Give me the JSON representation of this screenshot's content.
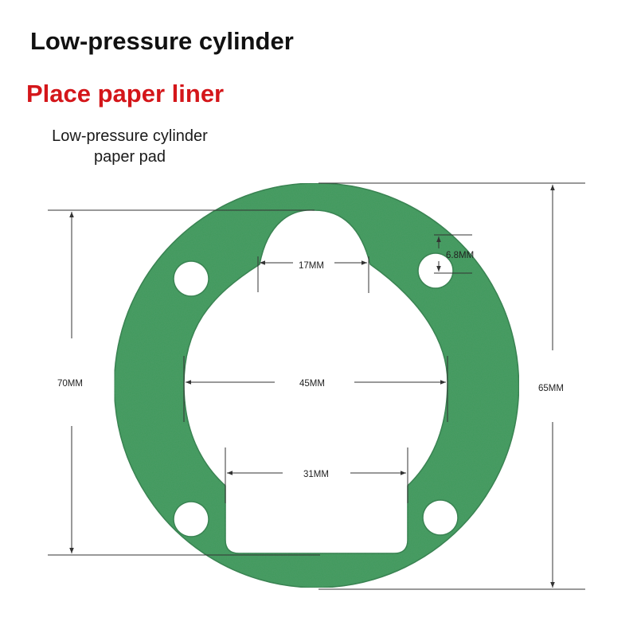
{
  "header": {
    "title": "Low-pressure cylinder",
    "subtitle": "Place paper liner",
    "subtitle_color": "#d4161a"
  },
  "caption": {
    "line1": "Low-pressure cylinder",
    "line2": "paper pad"
  },
  "gasket": {
    "color": "#3f9a5b",
    "bolt_holes": 4
  },
  "dimensions": {
    "overall_height": "70MM",
    "outer_diameter": "65MM",
    "bore_width": "45MM",
    "notch_width": "17MM",
    "hole_diameter": "6.8MM",
    "bottom_opening": "31MM"
  }
}
